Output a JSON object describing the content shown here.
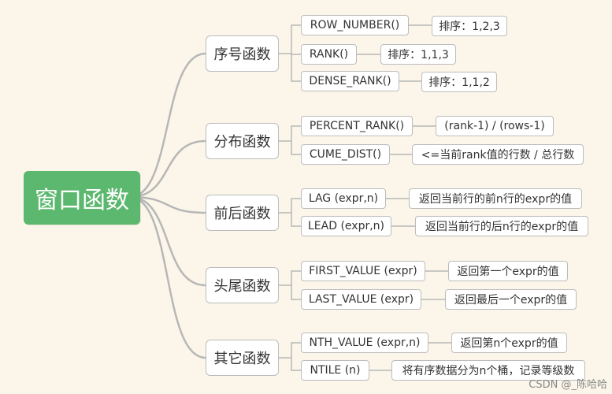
{
  "root": "窗口函数",
  "categories": [
    {
      "label": "序号函数",
      "functions": [
        {
          "name": "ROW_NUMBER()",
          "desc": "排序：1,2,3"
        },
        {
          "name": "RANK()",
          "desc": "排序：1,1,3"
        },
        {
          "name": "DENSE_RANK()",
          "desc": "排序：1,1,2"
        }
      ]
    },
    {
      "label": "分布函数",
      "functions": [
        {
          "name": "PERCENT_RANK()",
          "desc": "(rank-1) / (rows-1)"
        },
        {
          "name": "CUME_DIST()",
          "desc": "<=当前rank值的行数 / 总行数"
        }
      ]
    },
    {
      "label": "前后函数",
      "functions": [
        {
          "name": "LAG (expr,n)",
          "desc": "返回当前行的前n行的expr的值"
        },
        {
          "name": "LEAD (expr,n)",
          "desc": "返回当前行的后n行的expr的值"
        }
      ]
    },
    {
      "label": "头尾函数",
      "functions": [
        {
          "name": "FIRST_VALUE (expr)",
          "desc": "返回第一个expr的值"
        },
        {
          "name": "LAST_VALUE (expr)",
          "desc": "返回最后一个expr的值"
        }
      ]
    },
    {
      "label": "其它函数",
      "functions": [
        {
          "name": "NTH_VALUE (expr,n)",
          "desc": "返回第n个expr的值"
        },
        {
          "name": "NTILE (n)",
          "desc": "将有序数据分为n个桶，记录等级数"
        }
      ]
    }
  ],
  "watermark": "CSDN @_陈哈哈",
  "colors": {
    "background": "#fbf6e9",
    "root_fill": "#5cb86e",
    "line": "#b7b7b7"
  }
}
